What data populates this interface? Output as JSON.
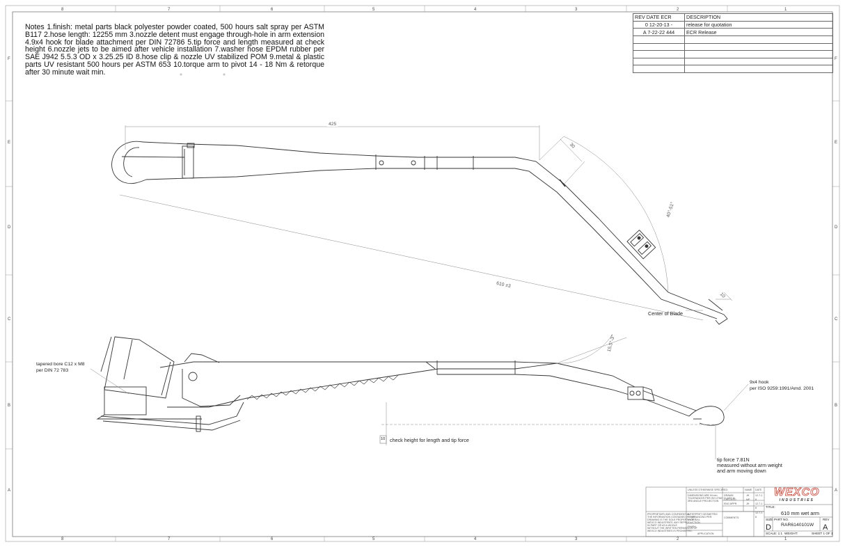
{
  "border_zones": {
    "top": [
      "8",
      "7",
      "6",
      "5",
      "4",
      "3",
      "2",
      "1"
    ],
    "bottom": [
      "8",
      "7",
      "6",
      "5",
      "4",
      "3",
      "2",
      "1"
    ],
    "left": [
      "F",
      "E",
      "D",
      "C",
      "B",
      "A"
    ],
    "right": [
      "F",
      "E",
      "D",
      "C",
      "B",
      "A"
    ]
  },
  "notes": "Notes 1.finish: metal parts black polyester powder coated, 500 hours salt spray per ASTM B117 2.hose length: 12255 mm 3.nozzle detent must engage through-hole in arm extension 4.9x4 hook for blade attachment per DIN 72786 5.tip force and length measured at check height 6.nozzle jets to be aimed after vehicle installation 7.washer hose EPDM rubber per SAE J942 5.5.3 OD x 3.25.25 ID 8.hose clip & nozzle UV stabilized POM 9.metal & plastic parts UV resistant 500 hours per ASTM 653 10.torque arm to pivot 14 - 18 Nm & retorque after 30 minute wait min.",
  "revision_table": {
    "headers": [
      "REV",
      "DATE",
      "ECR",
      "DESCRIPTION"
    ],
    "rows": [
      {
        "rev": "0",
        "date": "12-20-13",
        "ecr": "-",
        "description": "release for quotation"
      },
      {
        "rev": "A",
        "date": "7-22-22",
        "ecr": "444",
        "description": "ECR Release"
      }
    ]
  },
  "dimensions": {
    "length_425": "425",
    "angle_30": "30",
    "angle_40_51": "40°-51°",
    "length_610": "610 ±3",
    "dim_10": "10",
    "angle_15": "15.5°-3°"
  },
  "labels": {
    "center_of_blade": "Center of Blade",
    "tapered_bore": "tapered bore C12 x M8\nper DIN 72 783",
    "hook": "9x4 hook\nper ISO 9259:1991/Amd. 2001",
    "check_height_box": "10",
    "check_height": "check height for length and tip force",
    "tip_force": "tip force 7.81N\nmeasured without arm weight\nand arm moving down"
  },
  "title_block": {
    "unless": "UNLESS OTHERWISE SPECIFIED:",
    "dims_text": "DIMENSIONS ARE IN mm\nTOLERANCES PER ISO 2768 / CLASS M\n3RD ANGLE PROJECTION",
    "proprietary": "PROPRIETARY AND CONFIDENTIAL\nTHE INFORMATION CONTAINED IN THIS\nDRAWING IS THE SOLE PROPERTY OF\nWEXCO INDUSTRIES. ANY REPRODUCTION\nIN PART OR AS A WHOLE\nWITHOUT THE WRITTEN PERMISSION OF\nWEXCO INDUSTRIES IS PROHIBITED.",
    "interpret": "INTERPRET GEOMETRIC\nTOLERANCING PER:",
    "material": "MATERIAL",
    "finish": "FINISH",
    "application": "APPLICATION",
    "name_hdr": "NAME",
    "date_hdr": "DATE",
    "drawn": "DRAWN",
    "checked": "CHECKED",
    "eng_appr": "ENG APPR.",
    "comments": "COMMENTS:",
    "drawn_by": "JH",
    "drawn_date": "12-7-1",
    "checked_by": "MP",
    "checked_date": "8",
    "appr_by": "JH",
    "appr_date": "12-7-1",
    "appr_date2": "8",
    "extra_date": "12-7-1",
    "extra_date2": "8",
    "logo": "WEXCO",
    "logo_sub": "INDUSTRIES",
    "title_label": "TITLE:",
    "title": "610 mm wet arm",
    "size_label": "SIZE",
    "size": "D",
    "part_no_label": "PART NO.",
    "part_no": "RAR6140101W",
    "rev_label": "REV",
    "rev": "A",
    "scale": "SCALE: 1:1",
    "weight": "WEIGHT:",
    "sheet": "SHEET 1 OF 1"
  }
}
